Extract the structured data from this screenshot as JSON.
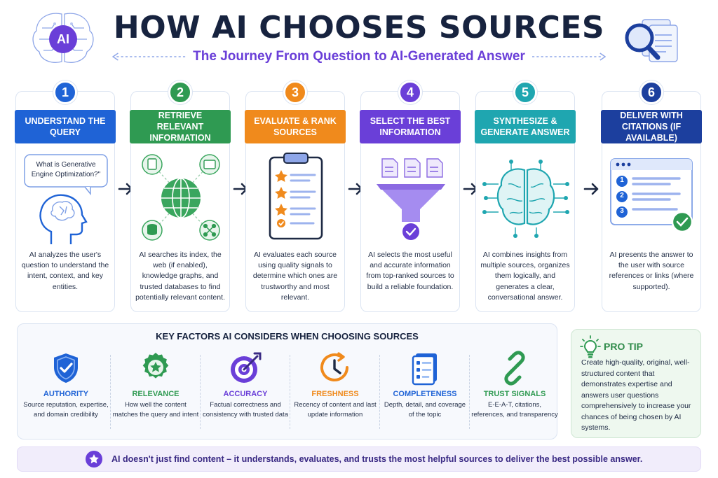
{
  "header": {
    "title": "HOW AI CHOOSES SOURCES",
    "subtitle": "The Journey From Question to AI-Generated Answer",
    "brain_badge": "AI"
  },
  "colors": {
    "blue": "#1f63d6",
    "green": "#2f9a52",
    "orange": "#f08a1c",
    "purple": "#6a3fd8",
    "teal": "#1fa6b0",
    "navy": "#1c3f9e",
    "arrow": "#1e2a44"
  },
  "steps": [
    {
      "number": "1",
      "title": "UNDERSTAND THE QUERY",
      "bubble": "What is Generative Engine Optimization?\"",
      "description": "AI analyzes the user's question to understand the intent, context, and key entities."
    },
    {
      "number": "2",
      "title": "RETRIEVE RELEVANT INFORMATION",
      "description": "AI searches its index, the web (if enabled), knowledge graphs, and trusted databases to find potentially relevant content."
    },
    {
      "number": "3",
      "title": "EVALUATE & RANK SOURCES",
      "description": "AI evaluates each source using quality signals to determine which ones are trustworthy and most relevant."
    },
    {
      "number": "4",
      "title": "SELECT THE BEST INFORMATION",
      "description": "AI selects the most useful and accurate information from top-ranked sources to build a reliable foundation."
    },
    {
      "number": "5",
      "title": "SYNTHESIZE & GENERATE ANSWER",
      "description": "AI combines insights from multiple sources, organizes them logically, and generates a clear, conversational answer."
    },
    {
      "number": "6",
      "title": "DELIVER WITH CITATIONS (IF AVAILABLE)",
      "description": "AI presents the answer to the user with source references or links (where supported).",
      "list_numbers": [
        "1",
        "2",
        "3"
      ]
    }
  ],
  "factors": {
    "title": "KEY FACTORS AI CONSIDERS WHEN CHOOSING SOURCES",
    "items": [
      {
        "name": "AUTHORITY",
        "description": "Source reputation, expertise, and domain credibility",
        "icon": "shield-check-icon"
      },
      {
        "name": "RELEVANCE",
        "description": "How well the content matches the query and intent",
        "icon": "award-badge-icon"
      },
      {
        "name": "ACCURACY",
        "description": "Factual correctness and consistency with trusted data",
        "icon": "target-icon"
      },
      {
        "name": "FRESHNESS",
        "description": "Recency of content and last update information",
        "icon": "clock-icon"
      },
      {
        "name": "COMPLETENESS",
        "description": "Depth, detail, and coverage of the topic",
        "icon": "document-list-icon"
      },
      {
        "name": "TRUST SIGNALS",
        "description": "E-E-A-T, citations, references, and transparency",
        "icon": "chain-link-icon"
      }
    ]
  },
  "pro_tip": {
    "title": "PRO TIP",
    "body": "Create high-quality, original, well-structured content that demonstrates expertise and answers user questions comprehensively to increase your chances of being chosen by AI systems."
  },
  "footer": {
    "text": "AI doesn't just find content – it understands, evaluates, and trusts the most helpful sources to deliver the best possible answer."
  }
}
